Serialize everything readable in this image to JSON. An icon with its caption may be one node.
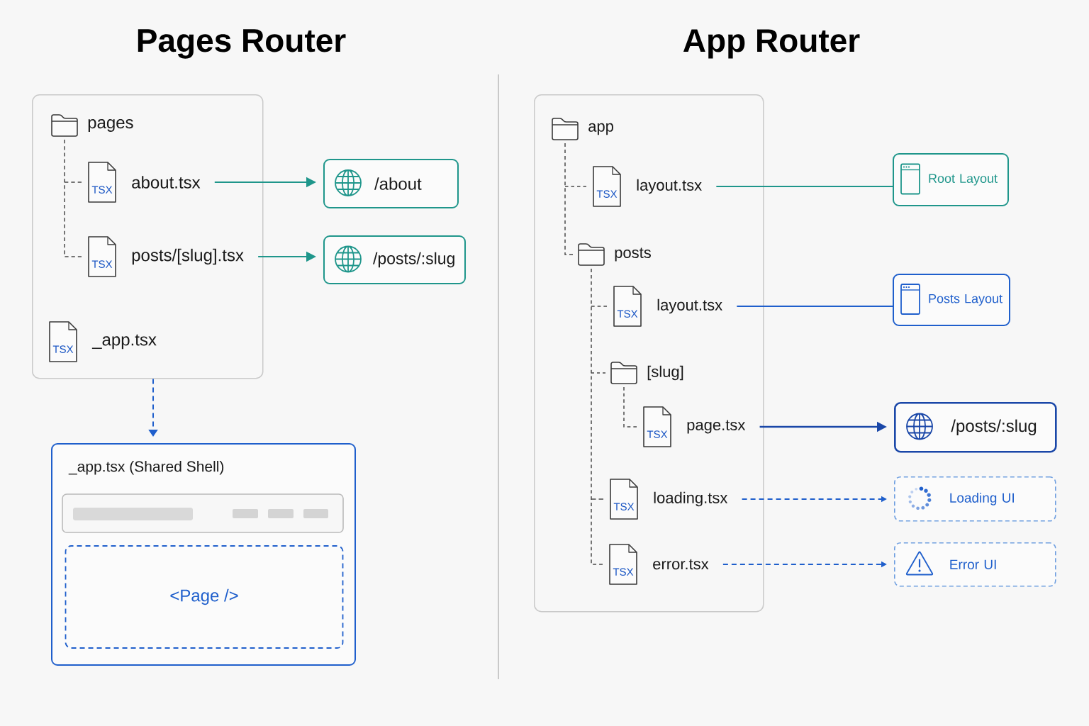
{
  "diagram": {
    "nodes": [
      {
        "text": [],
        "shape": "box"
      },
      {
        "text": [
          "pages"
        ],
        "in": 0
      },
      {
        "text": [
          "TSX",
          "about.tsx"
        ],
        "in": 0
      },
      {
        "text": [
          "TSX",
          "posts/[slug].tsx"
        ],
        "in": 0
      },
      {
        "text": [
          "TSX",
          "_app.tsx"
        ],
        "in": 0
      },
      {
        "text": [
          "/about"
        ]
      },
      {
        "text": [
          "/posts/:slug"
        ]
      },
      {
        "text": [
          "_app.tsx (Shared Shell)"
        ]
      },
      {
        "text": [
          "<Page />"
        ],
        "in": 7
      },
      {
        "text": [],
        "shape": "box"
      },
      {
        "text": [
          "app"
        ],
        "in": 9
      },
      {
        "text": [
          "TSX",
          "layout.tsx"
        ],
        "in": 9
      },
      {
        "text": [
          "posts"
        ],
        "in": 9
      },
      {
        "text": [
          "TSX",
          "layout.tsx"
        ],
        "in": 9
      },
      {
        "text": [
          "[slug]"
        ],
        "in": 9
      },
      {
        "text": [
          "TSX",
          "page.tsx"
        ],
        "in": 9
      },
      {
        "text": [
          "TSX",
          "loading.tsx"
        ],
        "in": 9
      },
      {
        "text": [
          "TSX",
          "error.tsx"
        ],
        "in": 9
      },
      {
        "text": [
          "Root Layout"
        ]
      },
      {
        "text": [
          "Posts Layout"
        ]
      },
      {
        "text": [
          "/posts/:slug"
        ]
      },
      {
        "text": [
          "Loading UI"
        ]
      },
      {
        "text": [
          "Error UI"
        ]
      }
    ],
    "edges": [
      {
        "from": 1,
        "to": 2,
        "arrow": "none",
        "style": "dashed"
      },
      {
        "from": 1,
        "to": 3,
        "arrow": "none",
        "style": "dashed"
      },
      {
        "from": 2,
        "to": 5,
        "arrow": "to",
        "color": "#1f968b"
      },
      {
        "from": 3,
        "to": 6,
        "arrow": "to",
        "color": "#1f968b"
      },
      {
        "from": 0,
        "to": 7,
        "arrow": "to",
        "style": "dashed",
        "color": "#1f5fcc"
      },
      {
        "from": 10,
        "to": 11,
        "arrow": "none",
        "style": "dashed"
      },
      {
        "from": 10,
        "to": 12,
        "arrow": "none",
        "style": "dashed"
      },
      {
        "from": 12,
        "to": 13,
        "arrow": "none",
        "style": "dashed"
      },
      {
        "from": 12,
        "to": 14,
        "arrow": "none",
        "style": "dashed"
      },
      {
        "from": 14,
        "to": 15,
        "arrow": "none",
        "style": "dashed"
      },
      {
        "from": 12,
        "to": 16,
        "arrow": "none",
        "style": "dashed"
      },
      {
        "from": 12,
        "to": 17,
        "arrow": "none",
        "style": "dashed"
      },
      {
        "from": 11,
        "to": 18,
        "arrow": "none",
        "color": "#1f968b"
      },
      {
        "from": 13,
        "to": 19,
        "arrow": "none",
        "color": "#1f5fcc"
      },
      {
        "from": 15,
        "to": 20,
        "arrow": "to",
        "color": "#1a47a8"
      },
      {
        "from": 16,
        "to": 21,
        "arrow": "to",
        "style": "dashed",
        "color": "#1f5fcc"
      },
      {
        "from": 17,
        "to": 22,
        "arrow": "to",
        "style": "dashed",
        "color": "#1f5fcc"
      }
    ],
    "labels": [
      "Pages Router",
      "App Router"
    ]
  }
}
